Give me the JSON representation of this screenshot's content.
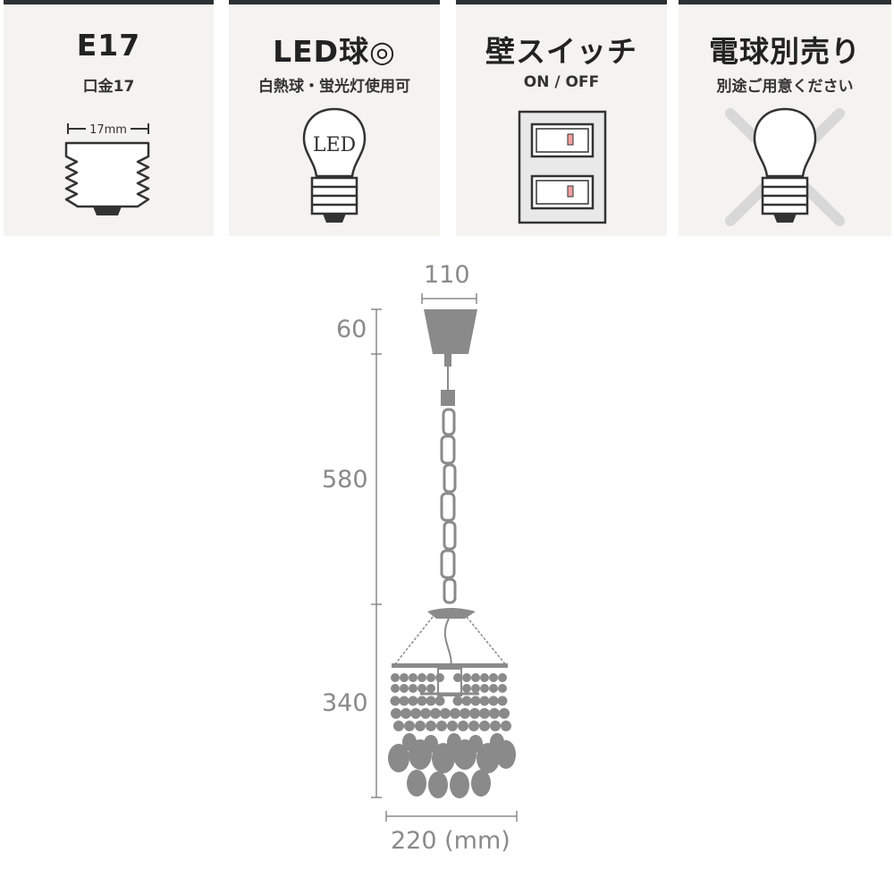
{
  "features": [
    {
      "title": "E17",
      "subtitle": "口金17",
      "icon": "bulb-base-icon",
      "measure": "17mm"
    },
    {
      "title": "LED球◎",
      "subtitle": "白熱球・蛍光灯使用可",
      "icon": "led-bulb-icon",
      "bulb_text": "LED"
    },
    {
      "title": "壁スイッチ",
      "subtitle": "ON / OFF",
      "icon": "wall-switch-icon"
    },
    {
      "title": "電球別売り",
      "subtitle": "別途ご用意ください",
      "icon": "bulb-crossed-icon"
    }
  ],
  "dimensions": {
    "top_width": "110",
    "canopy_height": "60",
    "chain_length": "580",
    "shade_height": "340",
    "bottom_width": "220 (mm)"
  },
  "colors": {
    "card_bg": "#f4f3ef",
    "card_border": "#2b3035",
    "drawing": "#8a8a8a"
  }
}
